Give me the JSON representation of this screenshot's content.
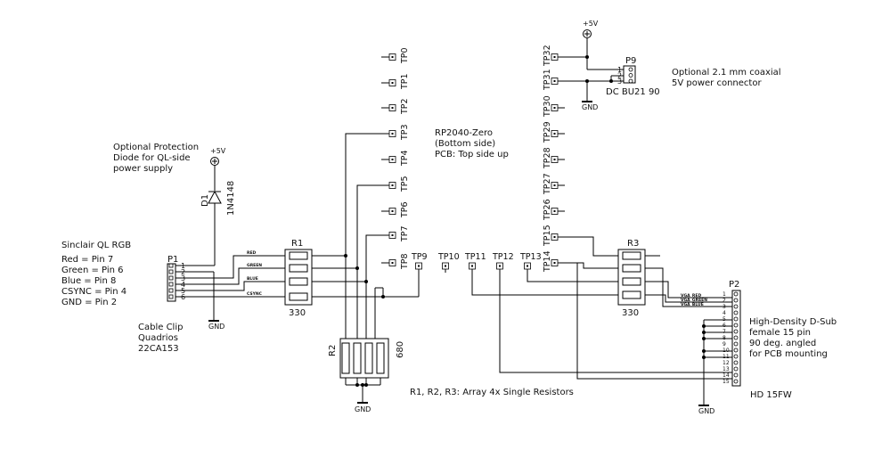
{
  "notes": {
    "protection": [
      "Optional Protection",
      "Diode for QL-side",
      "power supply"
    ],
    "ql_rgb": [
      "Sinclair QL RGB",
      "Red = Pin 7",
      "Green = Pin 6",
      "Blue = Pin 8",
      "CSYNC = Pin 4",
      "GND = Pin 2"
    ],
    "cable_clip": [
      "Cable Clip",
      "Quadrios",
      "22CA153"
    ],
    "rp2040": [
      "RP2040-Zero",
      "(Bottom side)",
      "PCB: Top side up"
    ],
    "coax": [
      "Optional 2.1 mm coaxial",
      "5V power connector"
    ],
    "dsub": [
      "High-Density D-Sub",
      "female 15 pin",
      "90 deg. angled",
      "for PCB mounting"
    ],
    "resistors": "R1, R2, R3: Array 4x Single Resistors"
  },
  "parts": {
    "d1_ref": "D1",
    "d1_val": "1N4148",
    "p1_ref": "P1",
    "r1_ref": "R1",
    "r1_val": "330",
    "r2_ref": "R2",
    "r2_val": "680",
    "r3_ref": "R3",
    "r3_val": "330",
    "p2_ref": "P2",
    "p2_val": "HD 15FW",
    "p9_ref": "P9",
    "p9_val": "DC BU21 90"
  },
  "power": {
    "vcc": "+5V",
    "gnd": "GND"
  },
  "nets": {
    "red": "RED",
    "green": "GREEN",
    "blue": "BLUE",
    "csync": "CSYNC",
    "vga_red": "VGA_RED",
    "vga_green": "VGA_GREEN",
    "vga_blue": "VGA_BLUE"
  },
  "p1_pins": [
    "1",
    "2",
    "3",
    "4",
    "5",
    "6"
  ],
  "p9_pins": [
    "1",
    "2",
    "3"
  ],
  "p2_pins": [
    "1",
    "2",
    "3",
    "4",
    "5",
    "6",
    "7",
    "8",
    "9",
    "10",
    "11",
    "12",
    "13",
    "14",
    "15"
  ],
  "tp_left": [
    "TP0",
    "TP1",
    "TP2",
    "TP3",
    "TP4",
    "TP5",
    "TP6",
    "TP7",
    "TP8"
  ],
  "tp_right": [
    "TP32",
    "TP31",
    "TP30",
    "TP29",
    "TP28",
    "TP27",
    "TP26",
    "TP15",
    "TP14"
  ],
  "tp_bottom": [
    "TP9",
    "TP10",
    "TP11",
    "TP12",
    "TP13"
  ]
}
